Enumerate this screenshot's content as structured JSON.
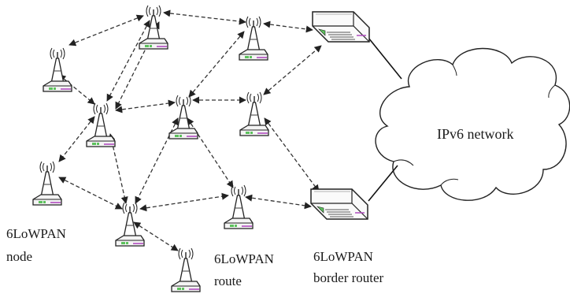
{
  "labels": {
    "node_line1": "6LoWPAN",
    "node_line2": "node",
    "route_line1": "6LoWPAN",
    "route_line2": "route",
    "border_line1": "6LoWPAN",
    "border_line2": "border router",
    "network": "IPv6 network"
  },
  "colors": {
    "node_accent": "#5cc25c",
    "node_stripe": "#b04cc0",
    "line": "#333333"
  }
}
